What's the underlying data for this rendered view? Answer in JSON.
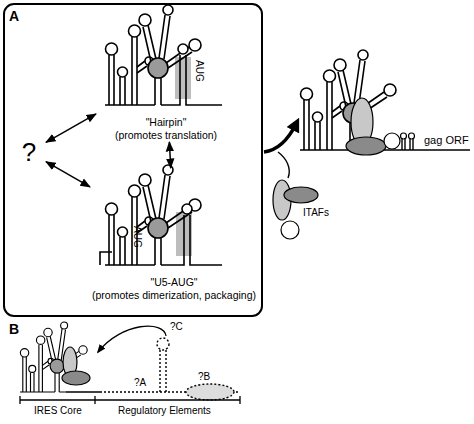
{
  "diagram": {
    "nodes": [
      {
        "text": [
          "?"
        ]
      },
      {
        "text": [
          "\"Hairpin\"",
          "(promotes translation)"
        ]
      },
      {
        "text": [
          "\"U5-AUG\"",
          "(promotes dimerization, packaging)"
        ]
      }
    ],
    "edges": [
      {
        "from": 0,
        "to": 1,
        "arrow": "both"
      },
      {
        "from": 0,
        "to": 2,
        "arrow": "both"
      },
      {
        "from": 1,
        "to": 2,
        "arrow": "both"
      }
    ],
    "labels": [
      "A",
      "AUG",
      "AUG",
      "ITAFs",
      "gag ORF",
      "B",
      "?C",
      "?A",
      "?B",
      "IRES Core",
      "Regulatory Elements"
    ]
  }
}
